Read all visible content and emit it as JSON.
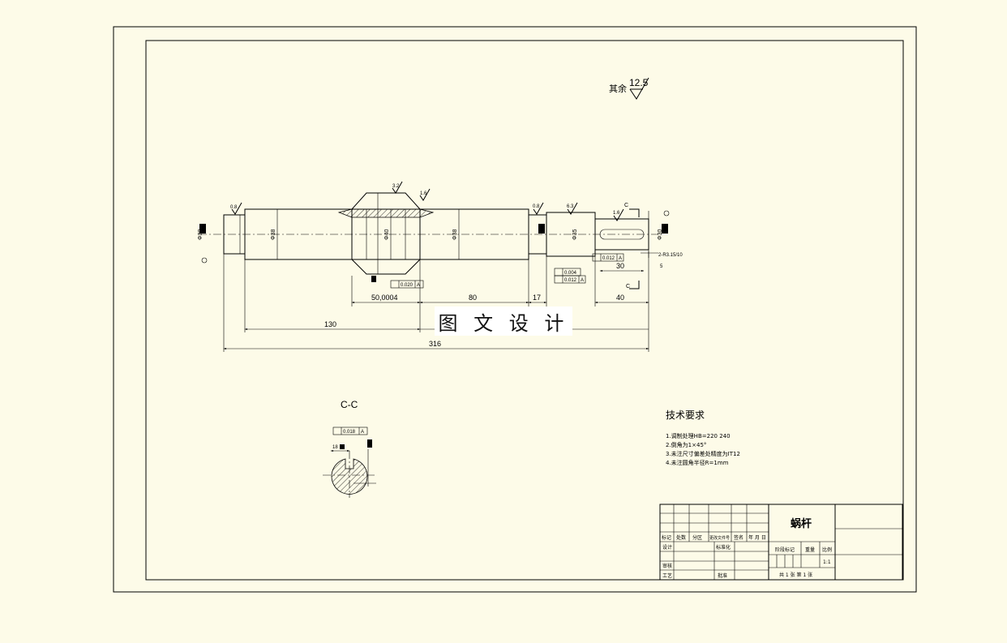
{
  "roughness": {
    "label": "其余",
    "value": "12.5"
  },
  "surface_marks": [
    "0.8",
    "3.2",
    "1.6",
    "0.8",
    "6.3",
    "1.6"
  ],
  "diameter_labels": [
    "Φ30",
    "Φ38",
    "Φ40",
    "Φ38",
    "Φ35",
    "Φ30"
  ],
  "section_marker": "C",
  "keyway_note": "2-R3.15/10",
  "dimensions": {
    "d50": "50,0004",
    "d80": "80",
    "d17": "17",
    "d40": "40",
    "d30": "30",
    "d130": "130",
    "d316": "316",
    "d5": "5"
  },
  "tolerances": {
    "t1": "0.020",
    "t2": "0.004",
    "t3": "0.012",
    "t4": "0.012",
    "t5": "0.018",
    "datum": "A"
  },
  "section_view": {
    "label": "C-C",
    "dim": "18"
  },
  "watermark": "图 文 设 计",
  "tech_req": {
    "title": "技术要求",
    "items": [
      "1.调制处理HB=220  240",
      "2.倒角为1×45°",
      "3.未注尺寸偏差处精度为IT12",
      "4.未注圆角半径R=1mm"
    ]
  },
  "title_block": {
    "part_name": "蜗杆",
    "scale": "1:1",
    "headers": [
      "标记",
      "处数",
      "分区",
      "更改文件号",
      "签名",
      "年 月 日"
    ],
    "design": "设计",
    "standard": "标准化",
    "review": "审核",
    "process": "工艺",
    "approve": "批准",
    "stage_mark": "阶段标记",
    "weight": "重量",
    "ratio": "比例",
    "sheets": "共 1 张    第 1 张"
  }
}
